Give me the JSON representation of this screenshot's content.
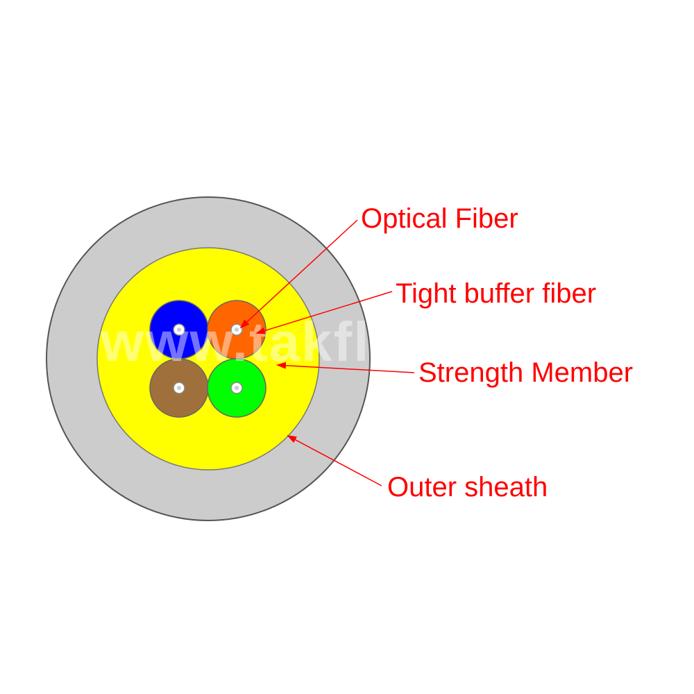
{
  "labels": {
    "optical_fiber": "Optical Fiber",
    "tight_buffer": "Tight buffer fiber",
    "strength_member": "Strength Member",
    "outer_sheath": "Outer sheath"
  },
  "watermark": "www.takfly.com",
  "colors": {
    "sheath": "#cccccc",
    "sheath_stroke": "#555555",
    "strength": "#ffff00",
    "label": "#ff0000",
    "fiber_blue": "#0000ff",
    "fiber_orange": "#ff6600",
    "fiber_brown": "#a0703c",
    "fiber_green": "#00ff00",
    "fiber_core": "#ffffff"
  }
}
